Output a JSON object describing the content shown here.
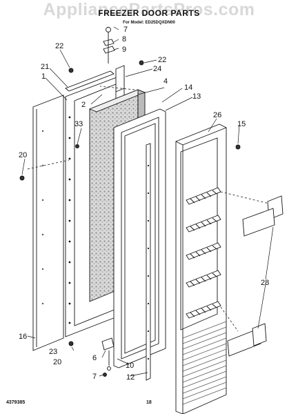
{
  "watermark": "AppliancePartsPros.com",
  "title": "FREEZER DOOR PARTS",
  "subtitle": "For Model: ED25DQXDN00",
  "footer": {
    "left": "4379385",
    "page": "18"
  },
  "callouts": {
    "c1": "1",
    "c2": "2",
    "c4": "4",
    "c6": "6",
    "c7a": "7",
    "c7b": "7",
    "c8": "8",
    "c9": "9",
    "c10": "10",
    "c12": "12",
    "c13": "13",
    "c14": "14",
    "c15": "15",
    "c16": "16",
    "c20a": "20",
    "c20b": "20",
    "c21": "21",
    "c22a": "22",
    "c22b": "22",
    "c23": "23",
    "c24": "24",
    "c26": "26",
    "c28": "28",
    "c33": "33"
  }
}
